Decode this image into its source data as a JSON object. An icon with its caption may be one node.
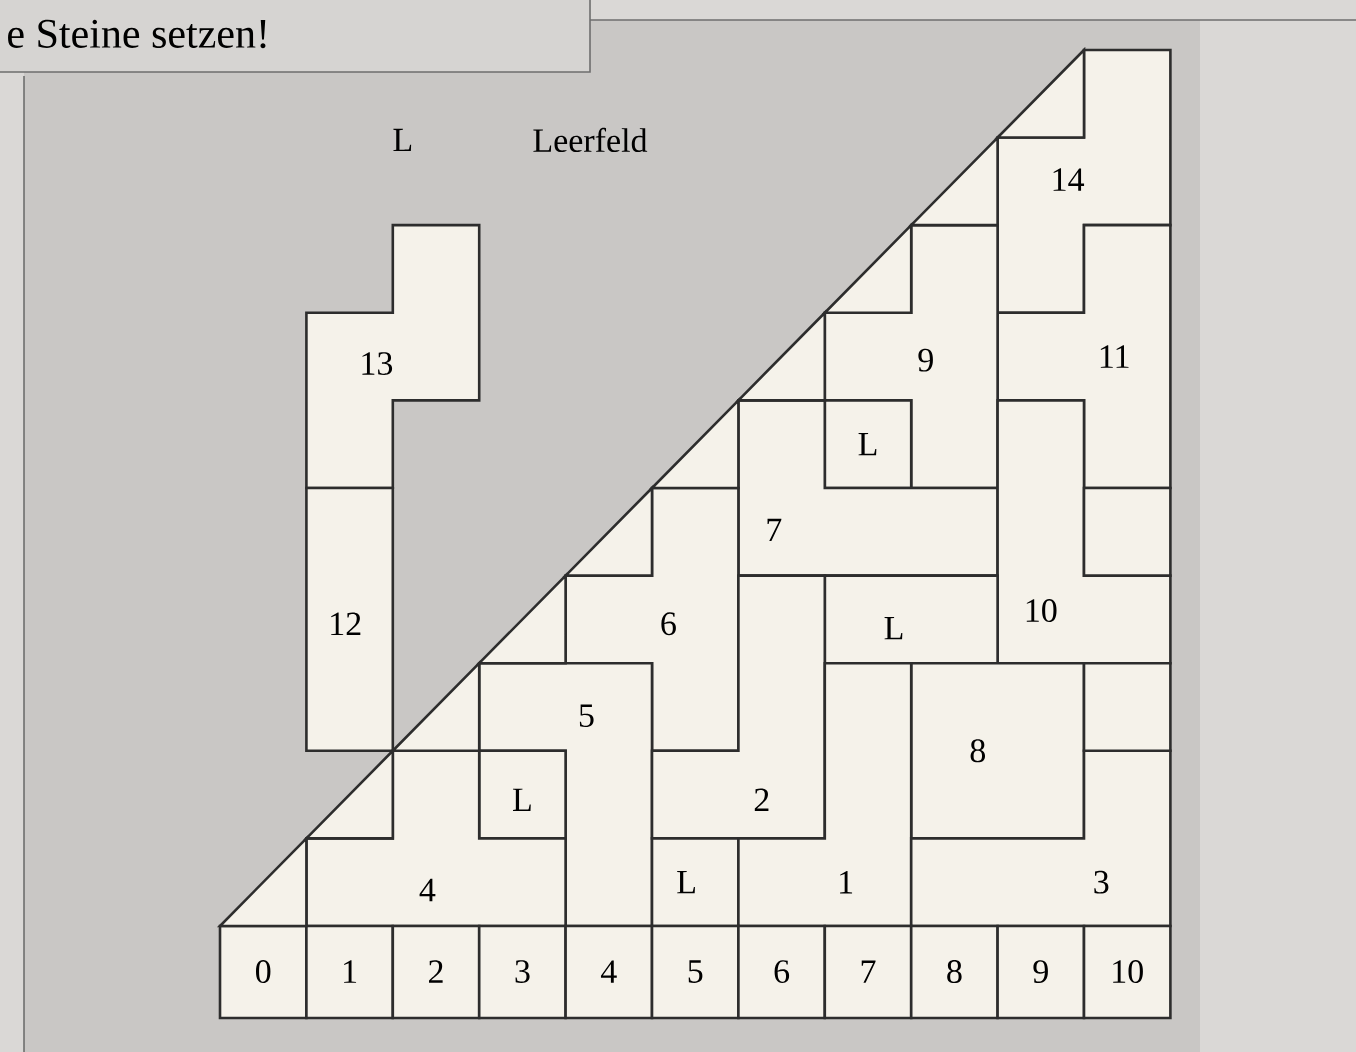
{
  "diagram": {
    "title": "e Steine setzen!",
    "nodes": [
      {
        "text": [
          "14"
        ]
      },
      {
        "text": [
          "13"
        ]
      },
      {
        "text": [
          "11"
        ]
      },
      {
        "text": [
          "9"
        ]
      },
      {
        "text": [
          "L"
        ]
      },
      {
        "text": [
          "12"
        ]
      },
      {
        "text": [
          "7"
        ]
      },
      {
        "text": [
          "10"
        ]
      },
      {
        "text": [
          "6"
        ]
      },
      {
        "text": [
          "L"
        ]
      },
      {
        "text": [
          "5"
        ]
      },
      {
        "text": [
          "8"
        ]
      },
      {
        "text": [
          "L"
        ]
      },
      {
        "text": [
          "2"
        ]
      },
      {
        "text": [
          "4"
        ]
      },
      {
        "text": [
          "L"
        ]
      },
      {
        "text": [
          "1"
        ]
      },
      {
        "text": [
          "3"
        ]
      },
      {
        "text": [
          "0"
        ]
      },
      {
        "text": [
          "1"
        ]
      },
      {
        "text": [
          "2"
        ]
      },
      {
        "text": [
          "3"
        ]
      },
      {
        "text": [
          "4"
        ]
      },
      {
        "text": [
          "5"
        ]
      },
      {
        "text": [
          "6"
        ]
      },
      {
        "text": [
          "7"
        ]
      },
      {
        "text": [
          "8"
        ]
      },
      {
        "text": [
          "9"
        ]
      },
      {
        "text": [
          "10"
        ]
      },
      {
        "text": [],
        "shape": "triangle"
      },
      {
        "text": [],
        "shape": "triangle"
      },
      {
        "text": [],
        "shape": "triangle"
      },
      {
        "text": [],
        "shape": "triangle"
      },
      {
        "text": [],
        "shape": "triangle"
      },
      {
        "text": [],
        "shape": "triangle"
      },
      {
        "text": [],
        "shape": "triangle"
      },
      {
        "text": [],
        "shape": "triangle"
      },
      {
        "text": [],
        "shape": "triangle"
      },
      {
        "text": [],
        "shape": "triangle"
      },
      {
        "text": [],
        "shape": "box"
      },
      {
        "text": [],
        "shape": "box"
      }
    ],
    "labels": [
      "L",
      "Leerfeld"
    ]
  }
}
